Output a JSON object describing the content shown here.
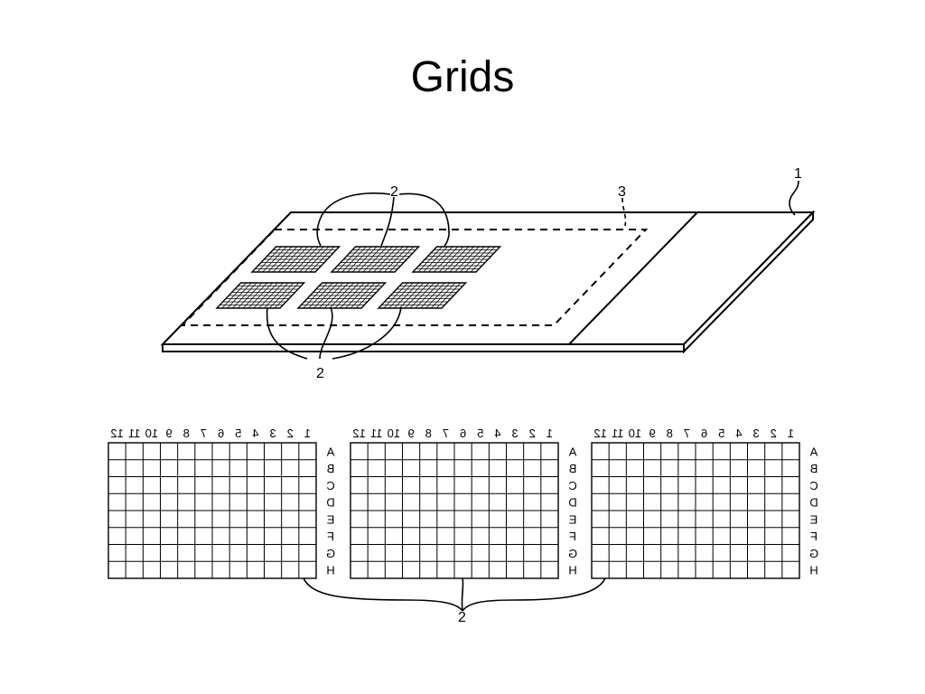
{
  "slide": {
    "title": "Grids"
  },
  "figure": {
    "ref_slide": "1",
    "ref_area": "3",
    "ref_grids_top": "2",
    "ref_grids_mid": "2",
    "ref_grids_bottom": "2",
    "column_labels": [
      "1",
      "2",
      "3",
      "4",
      "5",
      "6",
      "7",
      "8",
      "9",
      "10",
      "11",
      "12"
    ],
    "row_labels": [
      "A",
      "B",
      "C",
      "D",
      "E",
      "F",
      "G",
      "H"
    ],
    "grid_count": 3
  }
}
